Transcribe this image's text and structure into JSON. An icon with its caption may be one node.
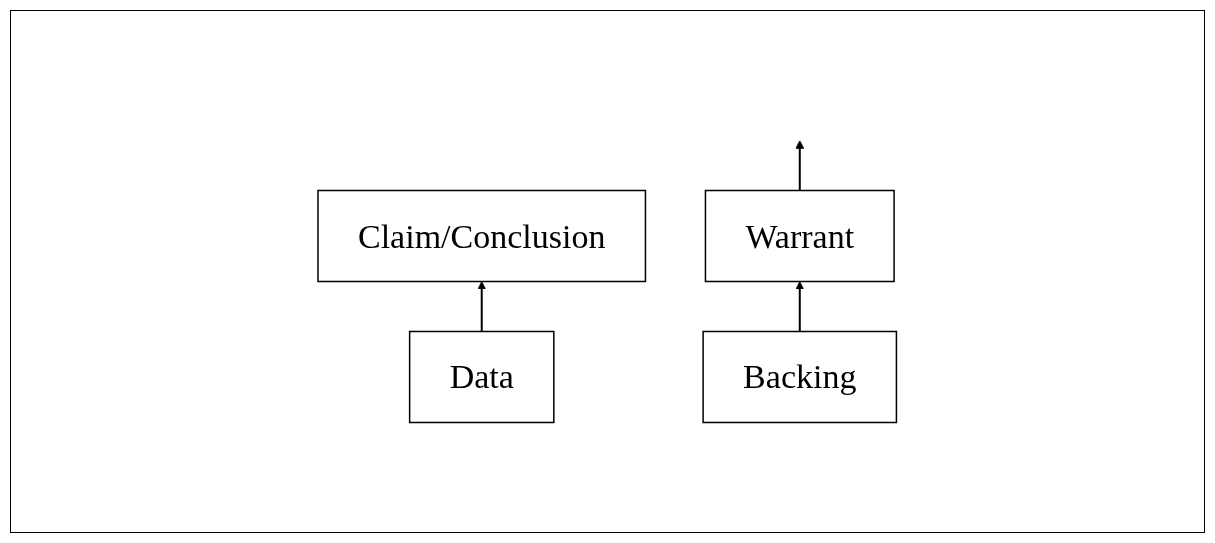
{
  "diagram": {
    "nodes": [
      {
        "text": [
          "Data"
        ]
      },
      {
        "text": [
          "Claim/Conclusion"
        ]
      },
      {
        "text": [
          "Warrant"
        ]
      },
      {
        "text": [
          "Backing"
        ]
      }
    ],
    "edges": [
      {
        "from": 0,
        "to": 1,
        "arrow": "to"
      },
      {
        "from": 2,
        "to": null,
        "arrow": "to"
      },
      {
        "from": 3,
        "to": 2,
        "arrow": "to"
      }
    ]
  }
}
